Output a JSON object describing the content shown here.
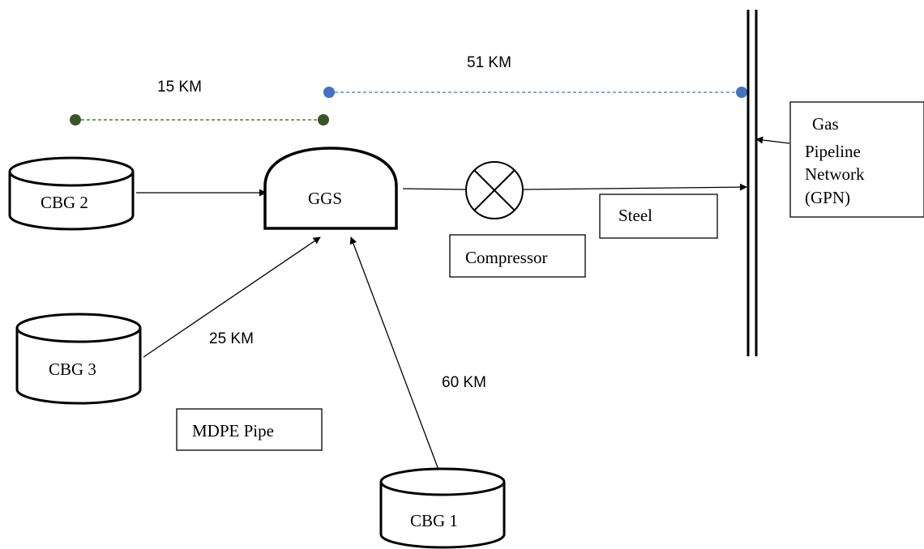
{
  "nodes": {
    "cbg2": "CBG 2",
    "cbg3": "CBG 3",
    "cbg1": "CBG 1",
    "ggs": "GGS"
  },
  "boxes": {
    "compressor": "Compressor",
    "steel": "Steel",
    "mdpe": "MDPE Pipe",
    "gpn": [
      "Gas",
      "Pipeline",
      "Network",
      "(GPN)"
    ]
  },
  "distances": {
    "cbg2_ggs": "15 KM",
    "ggs_gpn": "51 KM",
    "cbg3_ggs": "25 KM",
    "cbg1_ggs": "60 KM"
  },
  "colors": {
    "line": "#000000",
    "green_marker": "#375623",
    "blue_marker": "#4472C4"
  }
}
